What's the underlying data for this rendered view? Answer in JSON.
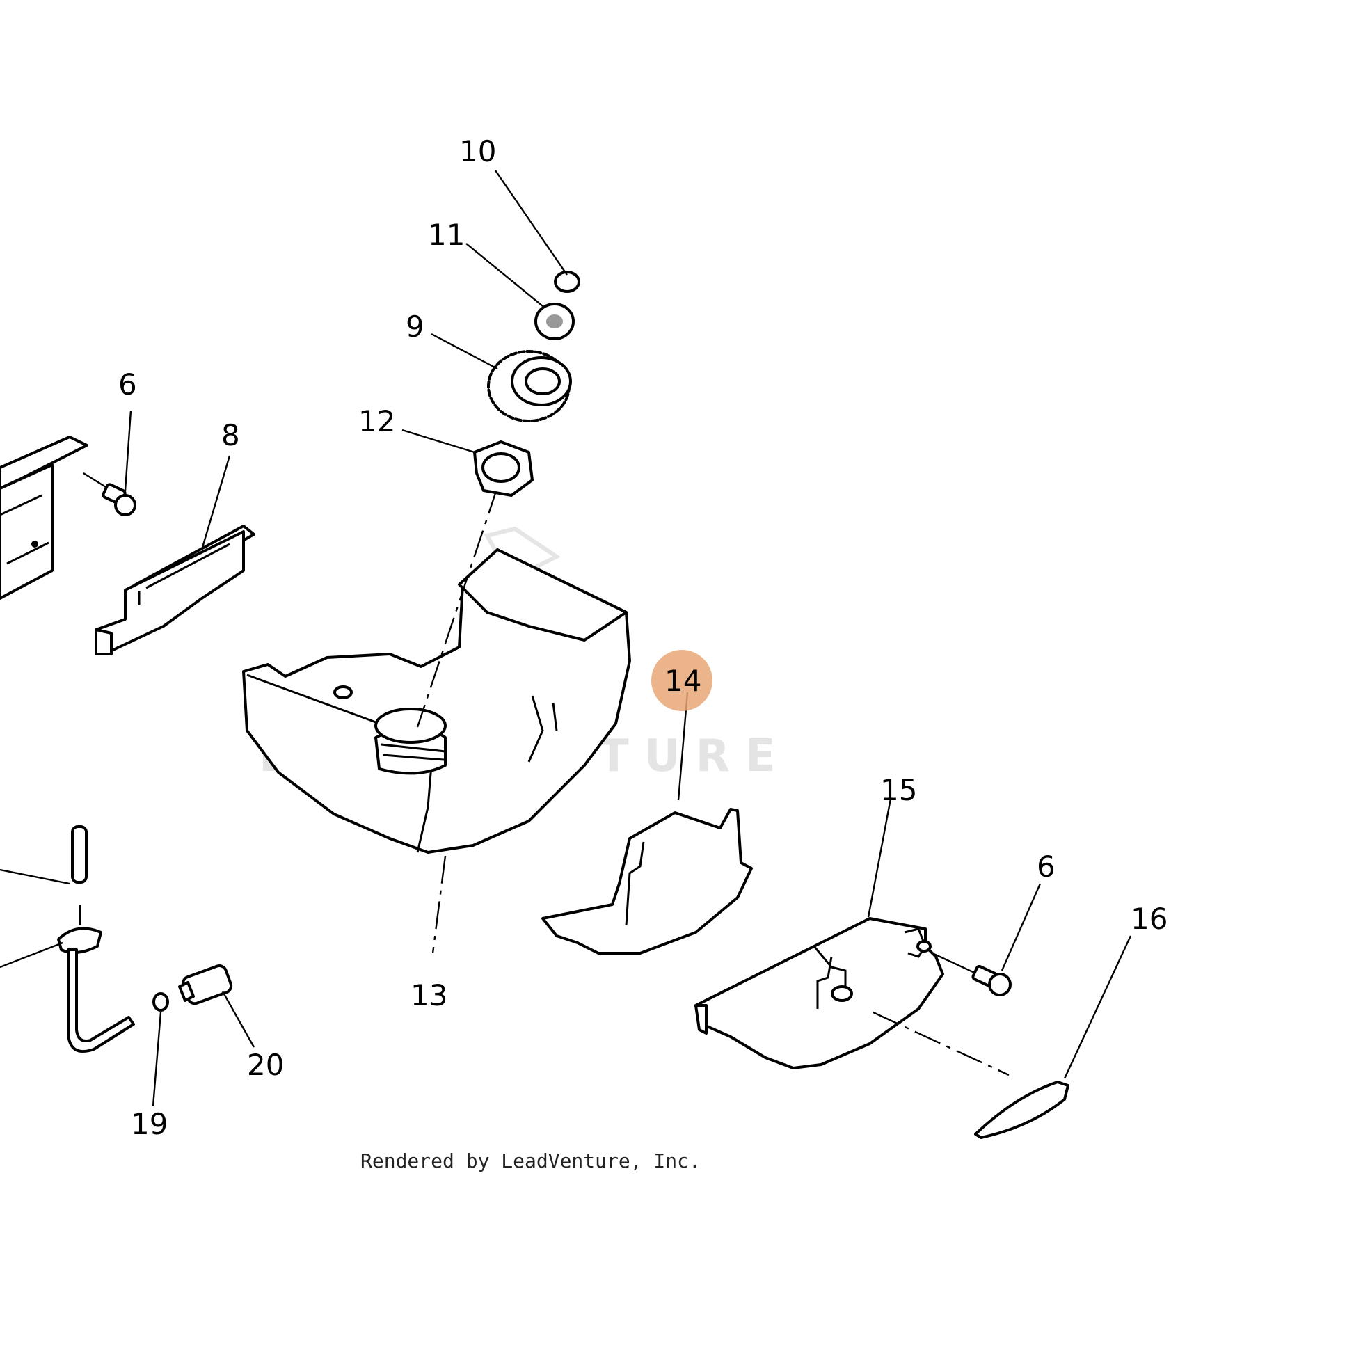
{
  "callouts": {
    "c10": "10",
    "c11": "11",
    "c9": "9",
    "c6a": "6",
    "c8": "8",
    "c12": "12",
    "c14": "14",
    "c13": "13",
    "c15": "15",
    "c6b": "6",
    "c16": "16",
    "c20": "20",
    "c19": "19"
  },
  "highlight": {
    "label": "14",
    "color": "#e8a777"
  },
  "watermark": "LEADVENTURE",
  "footer": "Rendered by LeadVenture, Inc."
}
